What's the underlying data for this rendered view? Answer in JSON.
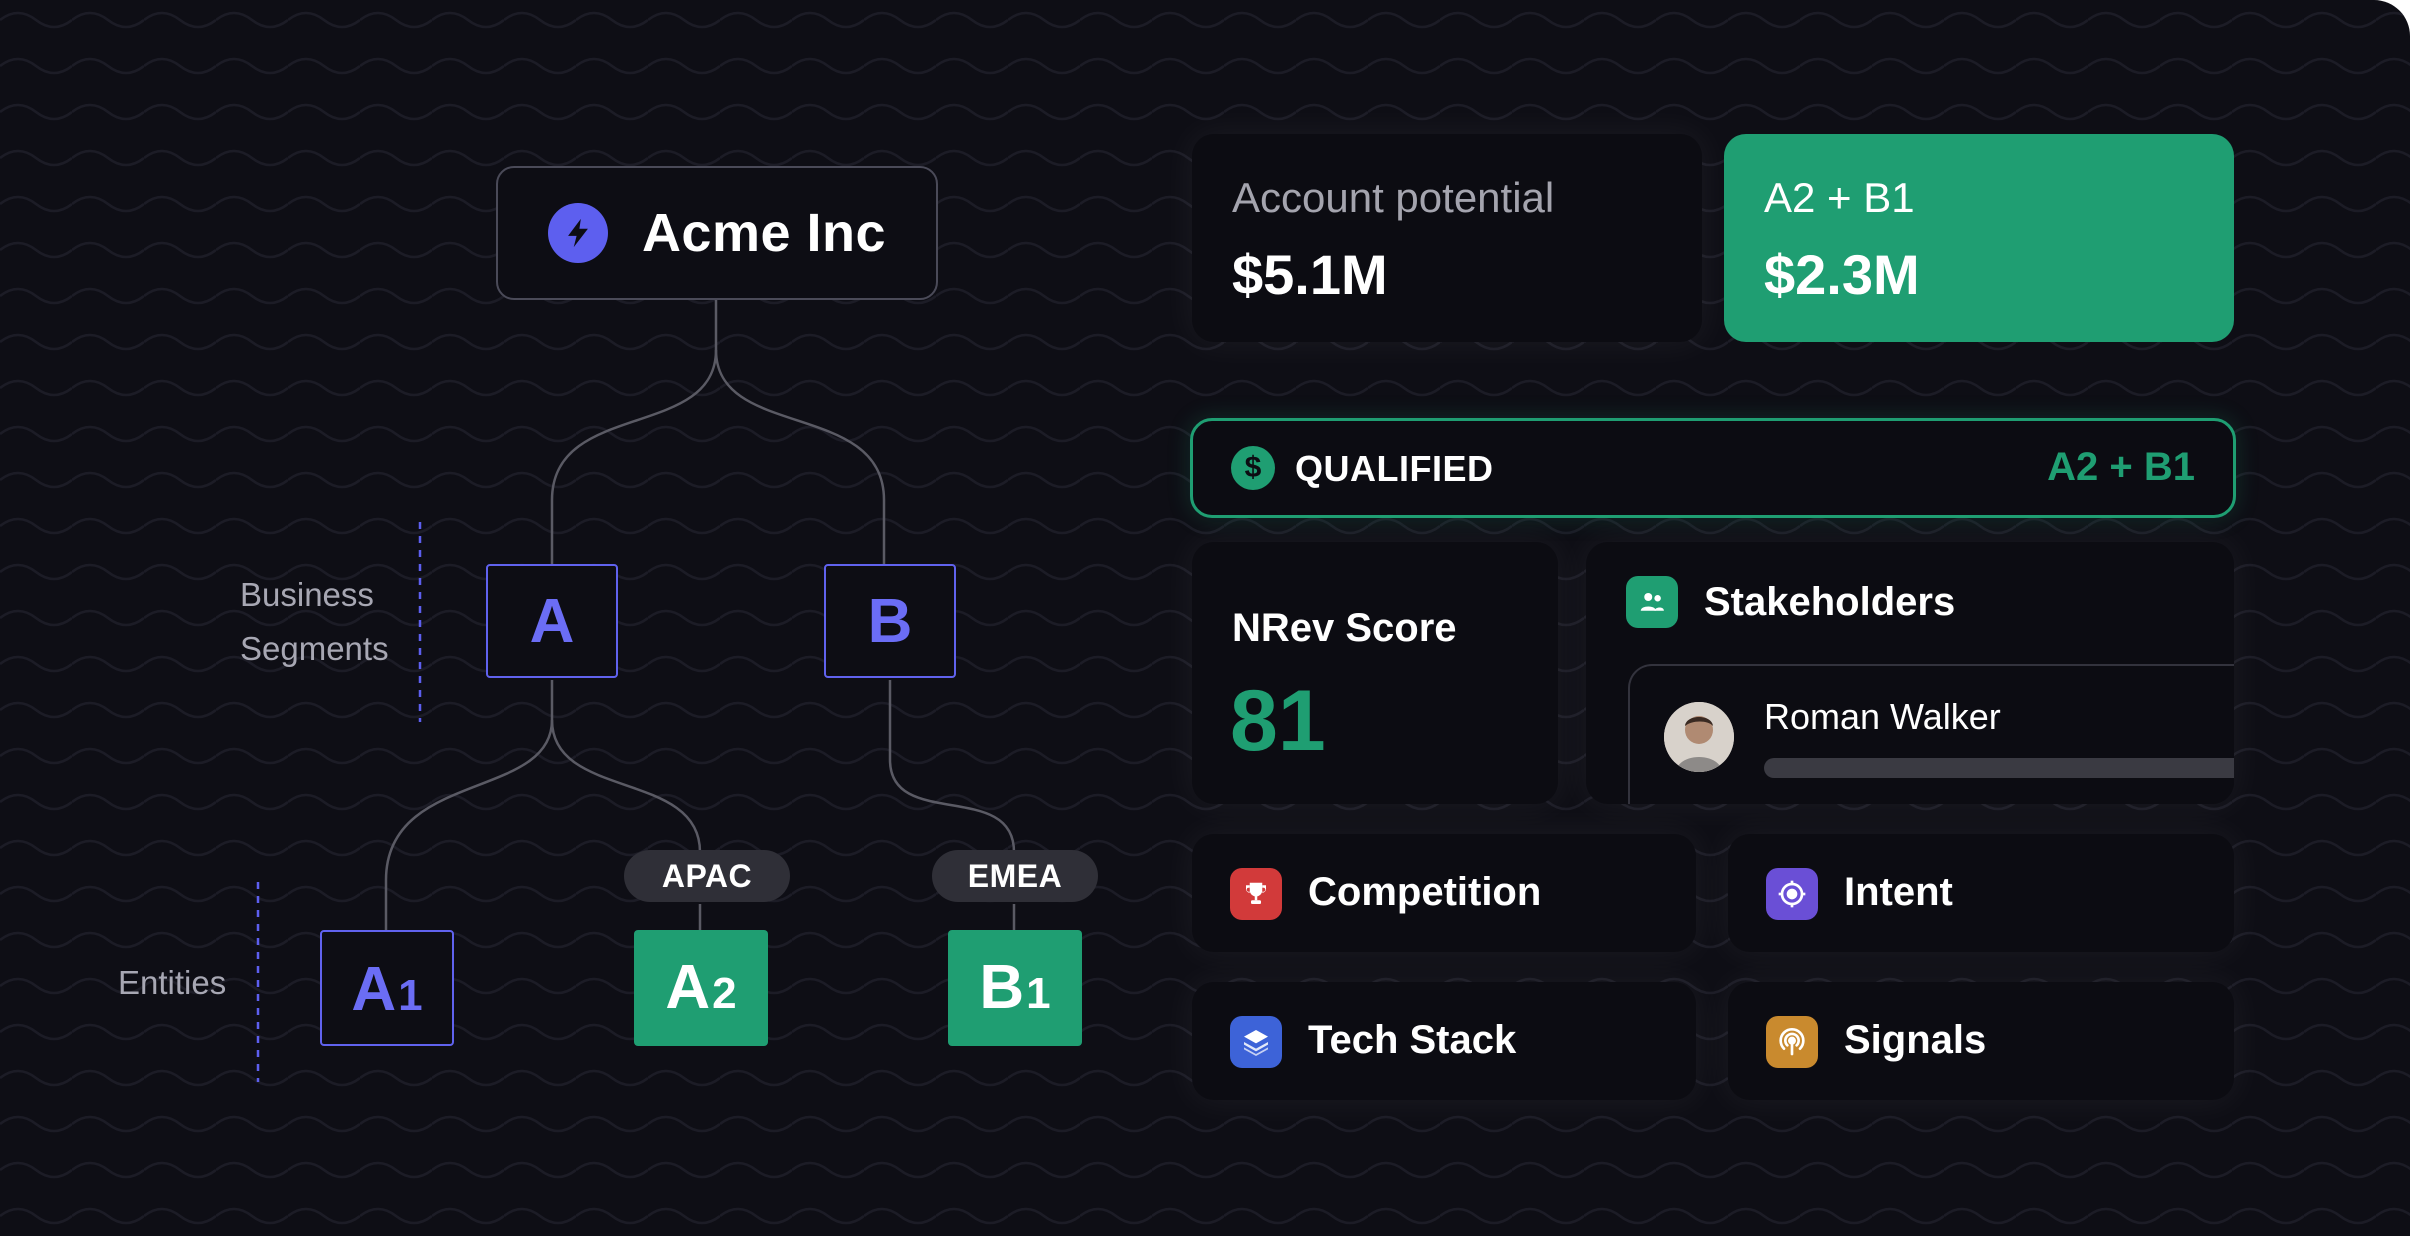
{
  "company": {
    "name": "Acme Inc",
    "icon": "lightning-bolt-icon"
  },
  "segments": [
    {
      "label": "A"
    },
    {
      "label": "B"
    }
  ],
  "entities": [
    {
      "letter": "A",
      "index": "1",
      "tag": ""
    },
    {
      "letter": "A",
      "index": "2",
      "tag": "APAC"
    },
    {
      "letter": "B",
      "index": "1",
      "tag": "EMEA"
    }
  ],
  "side_labels": {
    "segments_line1": "Business",
    "segments_line2": "Segments",
    "entities": "Entities"
  },
  "stats": {
    "potential_label": "Account potential",
    "potential_value": "$5.1M",
    "selected_label": "A2 + B1",
    "selected_value": "$2.3M"
  },
  "qualified": {
    "label": "QUALIFIED",
    "value": "A2 + B1"
  },
  "score": {
    "label": "NRev Score",
    "value": "81"
  },
  "stakeholders": {
    "title": "Stakeholders",
    "person_name": "Roman Walker"
  },
  "features": [
    {
      "label": "Competition",
      "icon": "trophy-icon"
    },
    {
      "label": "Intent",
      "icon": "target-icon"
    },
    {
      "label": "Tech Stack",
      "icon": "layers-icon"
    },
    {
      "label": "Signals",
      "icon": "broadcast-icon"
    }
  ],
  "colors": {
    "background": "#0e0e15",
    "accent_green": "#1f9e72",
    "accent_indigo": "#6062ee",
    "card": "#0c0c12"
  }
}
